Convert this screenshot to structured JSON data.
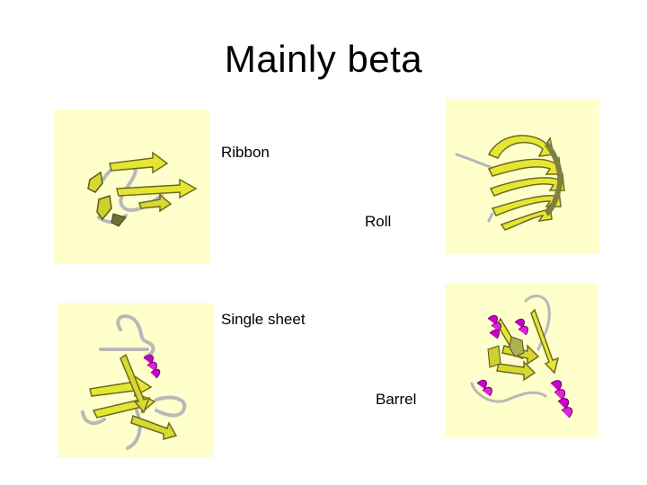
{
  "title": "Mainly beta",
  "labels": {
    "ribbon": "Ribbon",
    "roll": "Roll",
    "single_sheet": "Single sheet",
    "barrel": "Barrel"
  },
  "colors": {
    "panel_background": "#ffffcc",
    "strand": "#e6e632",
    "helix": "#cc00cc",
    "coil": "#c0c0c0"
  }
}
